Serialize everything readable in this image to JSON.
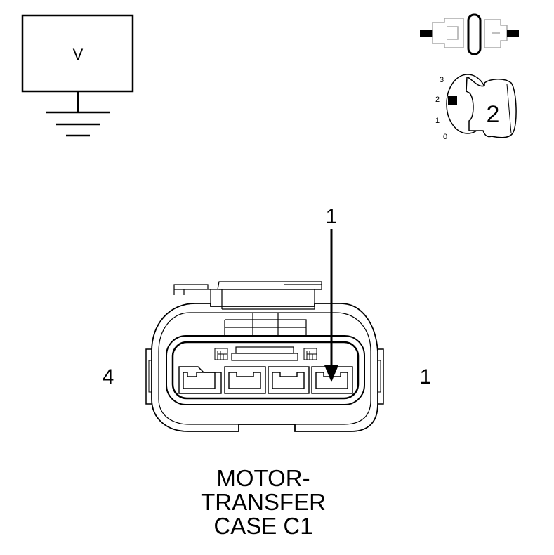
{
  "voltmeter": {
    "symbol": "V"
  },
  "ignition": {
    "positions": [
      "3",
      "2",
      "1",
      "0"
    ],
    "selected": "2"
  },
  "connector": {
    "pin_pointer_label": "1",
    "left_end_label": "4",
    "right_end_label": "1",
    "name_lines": [
      "MOTOR-",
      "TRANSFER",
      "CASE C1"
    ]
  },
  "colors": {
    "line": "#000000",
    "light_line": "#aaaaaa",
    "background": "#ffffff"
  }
}
